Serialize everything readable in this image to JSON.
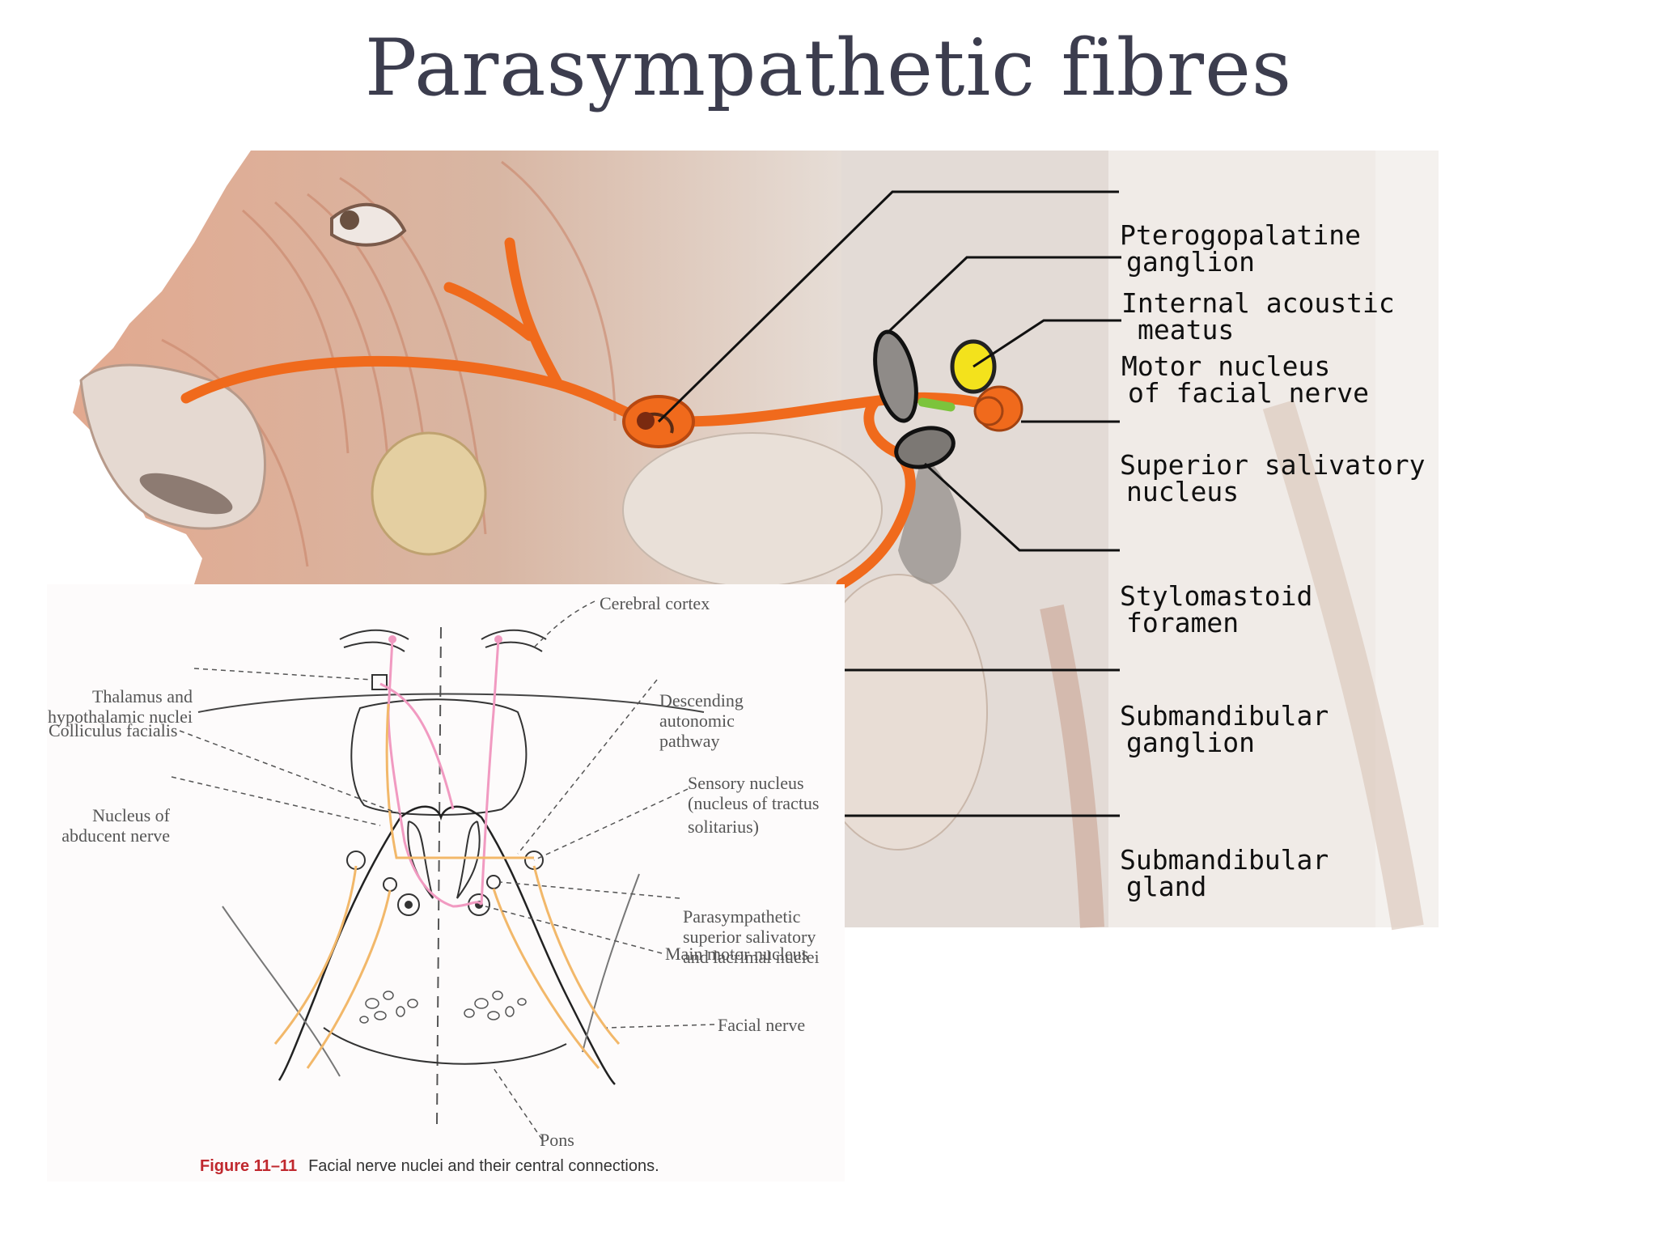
{
  "slide": {
    "title": "Parasympathetic fibres"
  },
  "anatomy_labels": {
    "pterygopalatine": [
      "Pterogopalatine",
      "ganglion"
    ],
    "internal_acoustic": [
      "Internal acoustic",
      "meatus"
    ],
    "motor_nucleus": [
      "Motor nucleus",
      "of facial nerve"
    ],
    "superior_salivatory": [
      "Superior salivatory",
      "nucleus"
    ],
    "stylomastoid": [
      "Stylomastoid",
      "foramen"
    ],
    "submandibular_ganglion": [
      "Submandibular",
      "ganglion"
    ],
    "submandibular_gland": [
      "Submandibular",
      "gland"
    ]
  },
  "inset_labels": {
    "cerebral_cortex": "Cerebral cortex",
    "thalamus": [
      "Thalamus and",
      "hypothalamic nuclei"
    ],
    "colliculus": "Colliculus facialis",
    "abducent": [
      "Nucleus of",
      "abducent nerve"
    ],
    "descending": [
      "Descending",
      "autonomic",
      "pathway"
    ],
    "sensory": [
      "Sensory nucleus",
      "(nucleus of tractus",
      "solitarius)"
    ],
    "parasympathetic": [
      "Parasympathetic",
      "superior salivatory",
      "and lacrimal nuclei"
    ],
    "main_motor": "Main motor nucleus",
    "facial_nerve": "Facial nerve",
    "pons": "Pons"
  },
  "caption": {
    "figure": "Figure 11–11",
    "text": "Facial nerve nuclei and their central connections."
  },
  "colors": {
    "nerve": "#f06a1c",
    "yellow_nucleus": "#f3e21c",
    "green_segment": "#7cc43c",
    "tract_pink": "#f19ac1",
    "tract_tan": "#f2b86a"
  }
}
